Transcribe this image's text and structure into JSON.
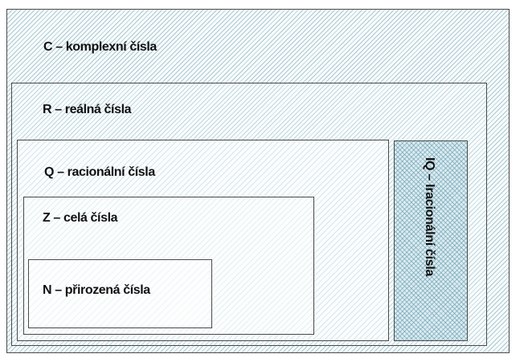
{
  "diagram": {
    "sets": {
      "complex": "C – komplexní čísla",
      "real": "R – reálná čísla",
      "rational": "Q – racionální čísla",
      "integer": "Z – celá čísla",
      "natural": "N – přirozená čísla",
      "irrational": "IQ – Iracionální čísla"
    },
    "colors": {
      "border": "#4a4a4a",
      "hatch": "#6ea0af",
      "irrational_fill": "#dcebf0"
    }
  }
}
